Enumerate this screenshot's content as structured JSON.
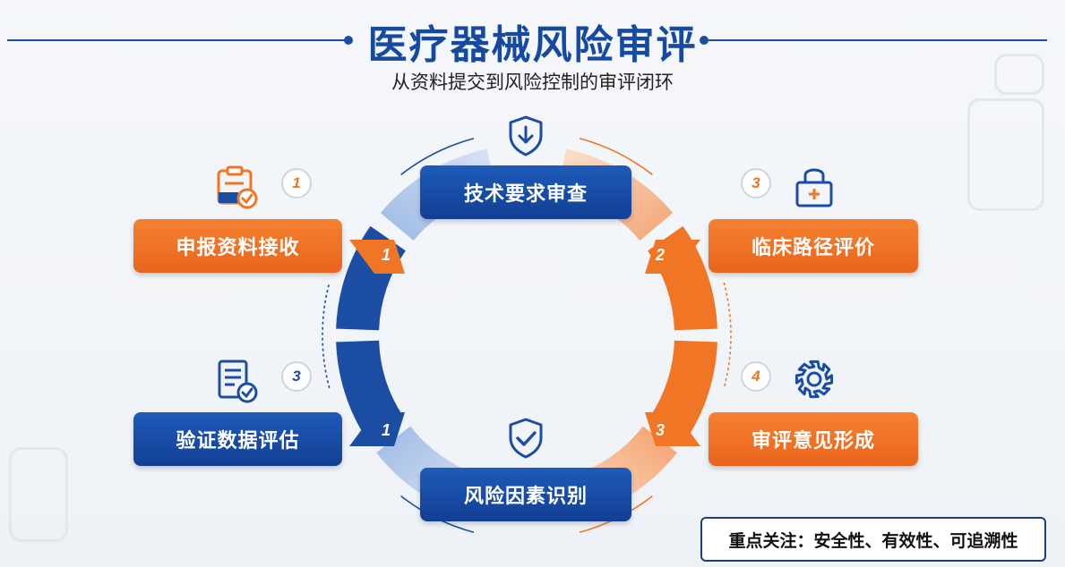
{
  "header": {
    "title": "医疗器械风险审评",
    "subtitle": "从资料提交到风险控制的审评闭环"
  },
  "steps": {
    "submission": {
      "label": "申报资料接收",
      "badge": "1",
      "arrow": "1"
    },
    "technical": {
      "label": "技术要求审查"
    },
    "clinical": {
      "label": "临床路径评价",
      "badge": "3",
      "arrow": "2"
    },
    "verification": {
      "label": "验证数据评估",
      "badge": "3",
      "arrow": "1"
    },
    "risk": {
      "label": "风险因素识别"
    },
    "opinion": {
      "label": "审评意见形成",
      "badge": "4",
      "arrow": "3"
    }
  },
  "footer": {
    "text": "重点关注：安全性、有效性、可追溯性"
  },
  "colors": {
    "blue": "#1b4ea3",
    "orange": "#f07524",
    "badge_orange": "#f07524",
    "badge_blue": "#1b4ea3"
  },
  "icons": {
    "top": "shield-download-icon",
    "bottom": "shield-check-icon",
    "submission": "clipboard-check-icon",
    "clinical": "lock-icon",
    "verification": "document-check-icon",
    "opinion": "gear-icon"
  }
}
